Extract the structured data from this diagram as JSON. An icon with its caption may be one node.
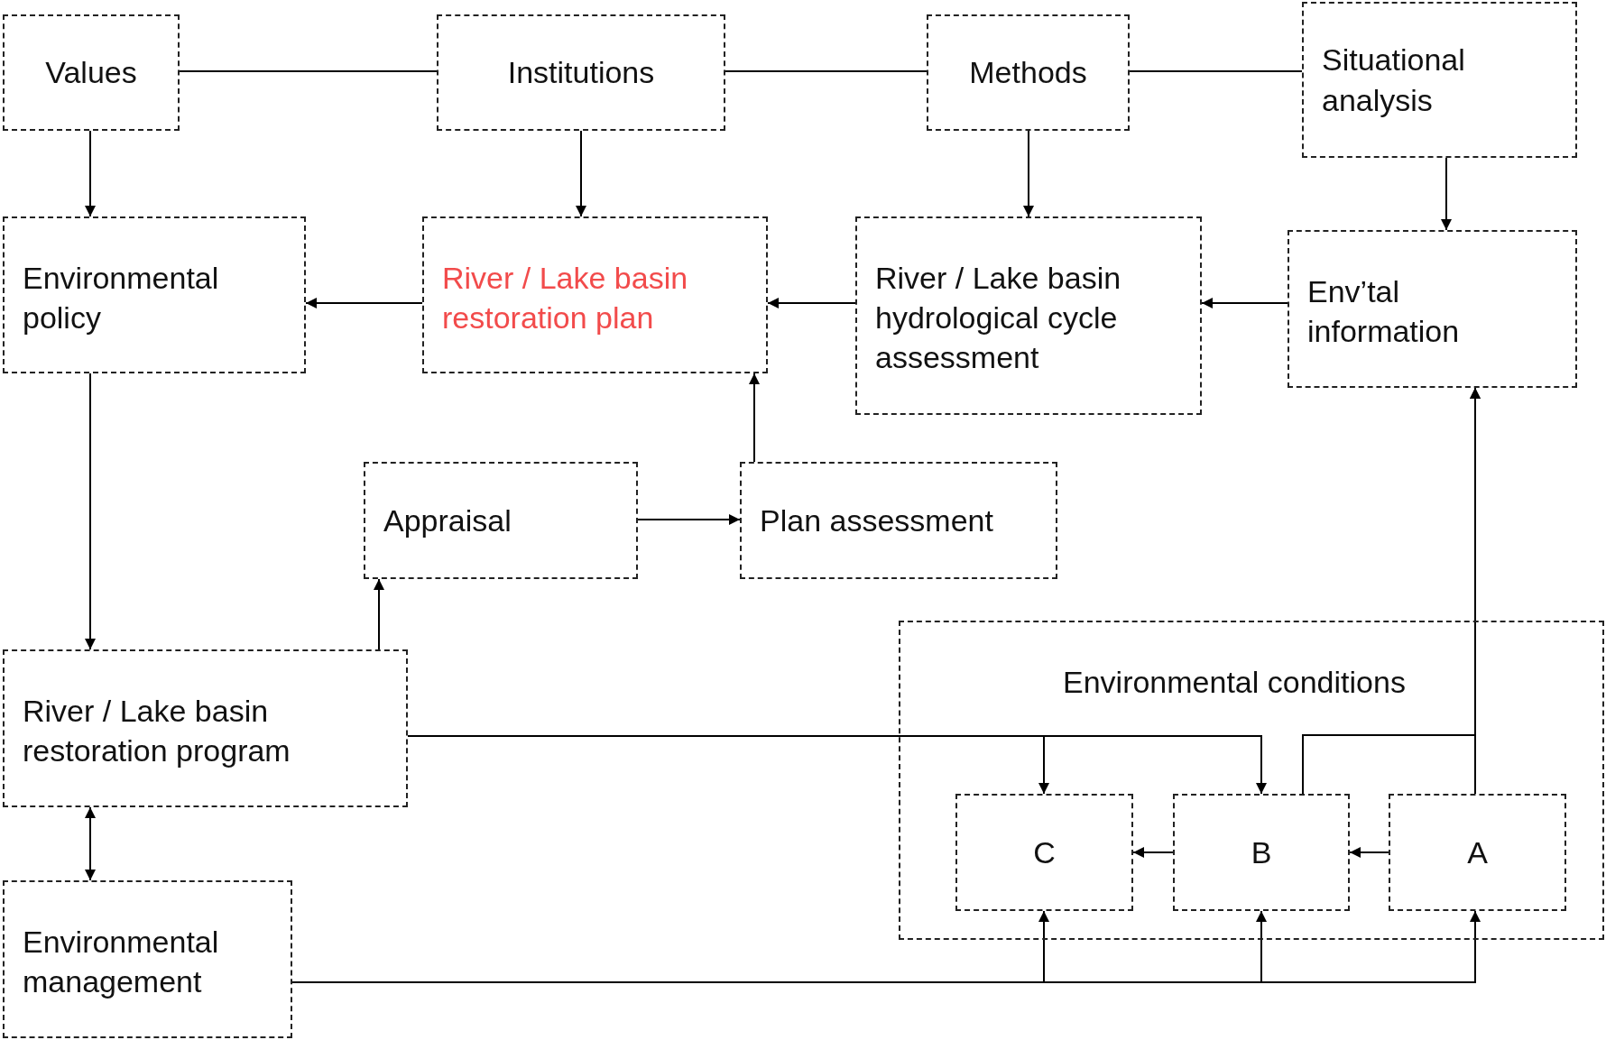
{
  "diagram": {
    "nodes": [
      {
        "text": [
          "Values"
        ]
      },
      {
        "text": [
          "Institutions"
        ]
      },
      {
        "text": [
          "Methods"
        ]
      },
      {
        "text": [
          "Situational analysis"
        ]
      },
      {
        "text": [
          "Environmental policy"
        ]
      },
      {
        "text": [
          "River / Lake basin restoration plan"
        ]
      },
      {
        "text": [
          "River / Lake basin hydrological cycle assessment"
        ]
      },
      {
        "text": [
          "Env’tal information"
        ]
      },
      {
        "text": [
          "Appraisal"
        ]
      },
      {
        "text": [
          "Plan assessment"
        ]
      },
      {
        "text": [
          "River / Lake basin restoration program"
        ]
      },
      {
        "text": [
          "Environmental management"
        ]
      },
      {
        "text": [
          "Environmental conditions"
        ]
      },
      {
        "text": [
          "C"
        ],
        "in": 12
      },
      {
        "text": [
          "B"
        ],
        "in": 12
      },
      {
        "text": [
          "A"
        ],
        "in": 12
      }
    ],
    "edges": [
      {
        "from": 0,
        "to": 1,
        "arrow": "none"
      },
      {
        "from": 1,
        "to": 2,
        "arrow": "none"
      },
      {
        "from": 2,
        "to": 3,
        "arrow": "none"
      },
      {
        "from": 0,
        "to": 4,
        "arrow": "to"
      },
      {
        "from": 1,
        "to": 5,
        "arrow": "to"
      },
      {
        "from": 2,
        "to": 6,
        "arrow": "to"
      },
      {
        "from": 3,
        "to": 7,
        "arrow": "to"
      },
      {
        "from": 5,
        "to": 4,
        "arrow": "to"
      },
      {
        "from": 6,
        "to": 5,
        "arrow": "to"
      },
      {
        "from": 7,
        "to": 6,
        "arrow": "to"
      },
      {
        "from": 4,
        "to": 10,
        "arrow": "to"
      },
      {
        "from": 9,
        "to": 5,
        "arrow": "to"
      },
      {
        "from": 8,
        "to": 9,
        "arrow": "to"
      },
      {
        "from": 10,
        "to": 8,
        "arrow": "to"
      },
      {
        "from": 10,
        "to": 11,
        "arrow": "both"
      },
      {
        "from": 10,
        "to": 13,
        "arrow": "to"
      },
      {
        "from": 10,
        "to": 14,
        "arrow": "to"
      },
      {
        "from": 14,
        "to": 13,
        "arrow": "to"
      },
      {
        "from": 15,
        "to": 14,
        "arrow": "to"
      },
      {
        "from": 14,
        "to": 7,
        "arrow": "to"
      },
      {
        "from": 15,
        "to": 7,
        "arrow": "to"
      },
      {
        "from": 11,
        "to": 13,
        "arrow": "to"
      },
      {
        "from": 11,
        "to": 14,
        "arrow": "to"
      },
      {
        "from": 11,
        "to": 15,
        "arrow": "to"
      }
    ]
  }
}
